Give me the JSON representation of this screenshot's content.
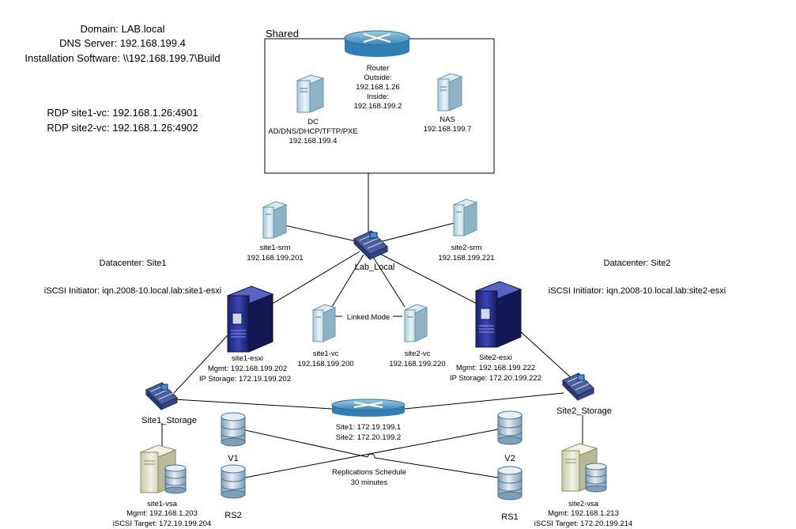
{
  "info": {
    "domain": "Domain: LAB.local",
    "dns": "DNS Server: 192.168.199.4",
    "install": "Installation Software: \\\\192.168.199.7\\Build",
    "rdp1": "RDP site1-vc: 192.168.1.26:4901",
    "rdp2": "RDP site2-vc: 192.168.1.26:4902"
  },
  "shared": {
    "title": "Shared",
    "router": [
      "Router",
      "Outside:",
      "192.168.1.26",
      "Inside:",
      "192.168.199.2"
    ],
    "dc": [
      "DC",
      "AD/DNS/DHCP/TFTP/PXE",
      "192.168.199.4"
    ],
    "nas": [
      "NAS",
      "192.168.199.7"
    ]
  },
  "lab_switch": {
    "label": "Lab_Local"
  },
  "site1_srm": [
    "site1-srm",
    "192.168.199.201"
  ],
  "site2_srm": [
    "site2-srm",
    "192.168.199.221"
  ],
  "datacenter1": {
    "title": "Datacenter: Site1",
    "iscsi": "iSCSI Initiator: iqn.2008-10.local.lab:site1-esxi"
  },
  "datacenter2": {
    "title": "Datacenter: Site2",
    "iscsi": "iSCSI Initiator: iqn.2008-10.local.lab:site2-esxi"
  },
  "linked_mode": "Linked Mode",
  "site1_vc": [
    "site1-vc",
    "192.168.199.200"
  ],
  "site2_vc": [
    "site2-vc",
    "192.168.199.220"
  ],
  "site1_esxi": [
    "site1-esxi",
    "Mgmt: 192.168.199.202",
    "IP Storage: 172.19.199.202"
  ],
  "site2_esxi": [
    "Site2-esxi",
    "Mgmt: 192.168.199.222",
    "IP Storage: 172.20.199.222"
  ],
  "site1_storage": "Site1_Storage",
  "site2_storage": "Site2_Storage",
  "storage_router": [
    "Site1: 172.19.199.1",
    "Site2: 172.20.199.2"
  ],
  "replication": [
    "Replications Schedule",
    "30 minutes"
  ],
  "volumes": {
    "v1": "V1",
    "v2": "V2",
    "rs1": "RS1",
    "rs2": "RS2"
  },
  "site1_vsa": [
    "site1-vsa",
    "Mgmt: 192.168.1.203",
    "iSCSI Target: 172.19.199.204"
  ],
  "site2_vsa": [
    "site2-vsa",
    "Mgmt: 192.168.1.213",
    "iSCSI Target: 172.20.199.214"
  ]
}
